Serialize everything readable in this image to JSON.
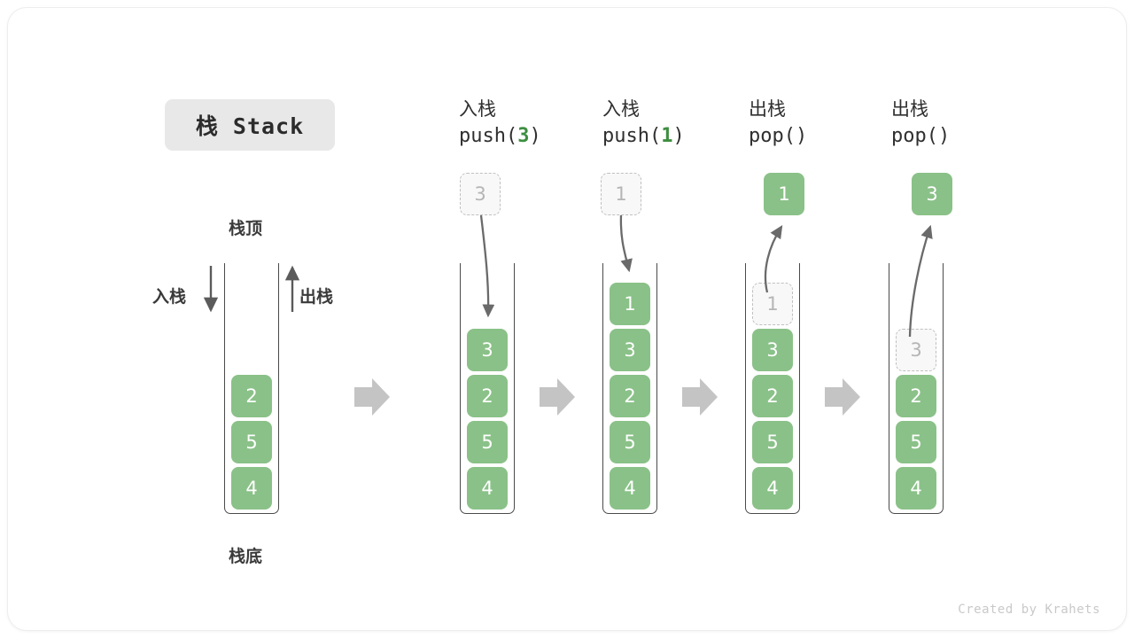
{
  "title": "栈 Stack",
  "labels": {
    "top": "栈顶",
    "bottom": "栈底",
    "push_side": "入栈",
    "pop_side": "出栈"
  },
  "footer": "Created by Krahets",
  "colors": {
    "cell_fill": "#8ac188",
    "cell_text": "#ffffff",
    "ghost_fill": "#f8f8f8",
    "ghost_border": "#c0c0c0",
    "ghost_text": "#b5b5b5",
    "tube_border": "#4a4a4a",
    "sep_arrow": "#c4c4c4",
    "accent_green": "#3e8e41",
    "badge_bg": "#e8e8e8"
  },
  "steps": [
    {
      "id": "initial",
      "cn": "",
      "code": "",
      "code_arg": "",
      "float_cell": null,
      "cells": [
        {
          "value": "2",
          "ghost": false
        },
        {
          "value": "5",
          "ghost": false
        },
        {
          "value": "4",
          "ghost": false
        }
      ]
    },
    {
      "id": "push-3",
      "cn": "入栈",
      "code_prefix": "push(",
      "code_arg": "3",
      "code_suffix": ")",
      "float_cell": {
        "value": "3",
        "ghost": true
      },
      "cells": [
        {
          "value": "3",
          "ghost": false
        },
        {
          "value": "2",
          "ghost": false
        },
        {
          "value": "5",
          "ghost": false
        },
        {
          "value": "4",
          "ghost": false
        }
      ]
    },
    {
      "id": "push-1",
      "cn": "入栈",
      "code_prefix": "push(",
      "code_arg": "1",
      "code_suffix": ")",
      "float_cell": {
        "value": "1",
        "ghost": true
      },
      "cells": [
        {
          "value": "1",
          "ghost": false
        },
        {
          "value": "3",
          "ghost": false
        },
        {
          "value": "2",
          "ghost": false
        },
        {
          "value": "5",
          "ghost": false
        },
        {
          "value": "4",
          "ghost": false
        }
      ]
    },
    {
      "id": "pop-1",
      "cn": "出栈",
      "code_prefix": "pop(",
      "code_arg": "",
      "code_suffix": ")",
      "float_cell": {
        "value": "1",
        "ghost": false
      },
      "cells": [
        {
          "value": "1",
          "ghost": true
        },
        {
          "value": "3",
          "ghost": false
        },
        {
          "value": "2",
          "ghost": false
        },
        {
          "value": "5",
          "ghost": false
        },
        {
          "value": "4",
          "ghost": false
        }
      ]
    },
    {
      "id": "pop-3",
      "cn": "出栈",
      "code_prefix": "pop(",
      "code_arg": "",
      "code_suffix": ")",
      "float_cell": {
        "value": "3",
        "ghost": false
      },
      "cells": [
        {
          "value": "3",
          "ghost": true
        },
        {
          "value": "2",
          "ghost": false
        },
        {
          "value": "5",
          "ghost": false
        },
        {
          "value": "4",
          "ghost": false
        }
      ]
    }
  ],
  "separators": [
    "step-arrow-1",
    "step-arrow-2",
    "step-arrow-3",
    "step-arrow-4"
  ]
}
